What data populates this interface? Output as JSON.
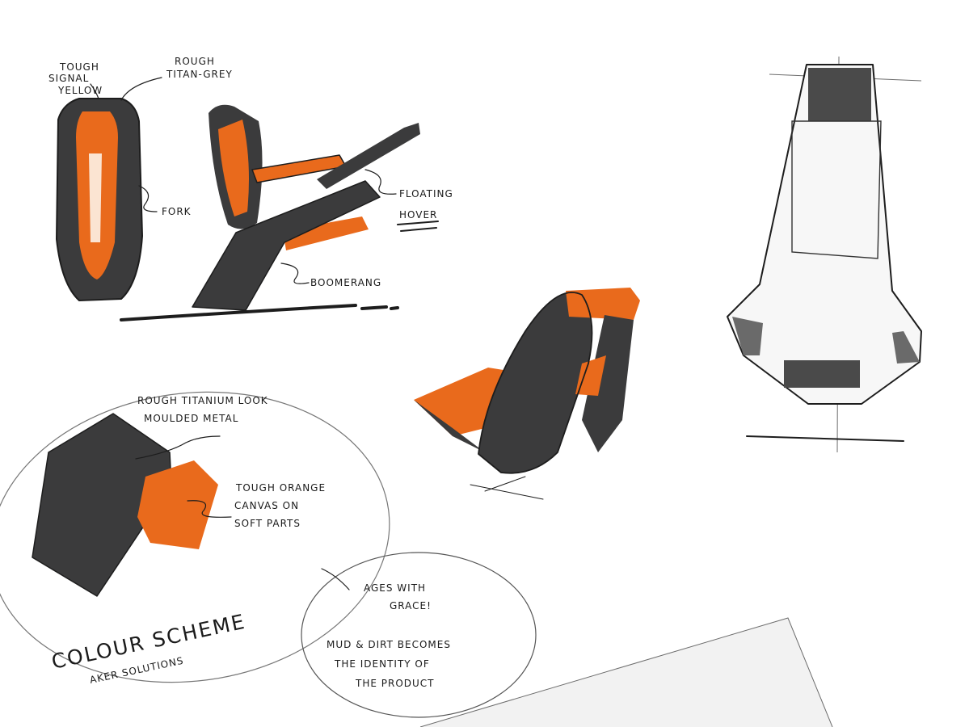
{
  "palette": {
    "orange": "#e96a1c",
    "dark_grey": "#3b3b3c",
    "ink": "#1d1d1d",
    "light_grey": "#d9d9d9",
    "paper": "#ffffff"
  },
  "labels": {
    "tough_signal_yellow": [
      "TOUGH",
      "SIGNAL",
      "YELLOW"
    ],
    "rough_titan_grey": [
      "ROUGH",
      "TITAN-GREY"
    ],
    "fork": "FORK",
    "floating": "FLOATING",
    "hover": "HOVER",
    "boomerang": "BOOMERANG",
    "rough_titanium": [
      "ROUGH TITANIUM LOOK",
      "MOULDED METAL"
    ],
    "tough_orange": [
      "TOUGH ORANGE",
      "CANVAS ON",
      "SOFT PARTS"
    ],
    "colour_scheme": [
      "COLOUR SCHEME",
      "AKER SOLUTIONS"
    ],
    "ages_with_grace": [
      "AGES WITH",
      "GRACE!"
    ],
    "mud_dirt": [
      "MUD & DIRT BECOMES",
      "THE IDENTITY OF",
      "THE PRODUCT"
    ]
  }
}
